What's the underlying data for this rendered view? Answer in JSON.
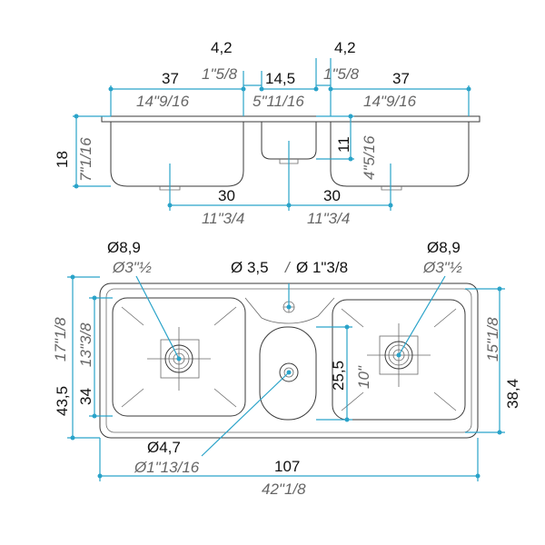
{
  "colors": {
    "dimension": "#2aa3c9",
    "outline": "#3a3a3a",
    "metric_text": "#111111",
    "imperial_text": "#666666"
  },
  "side_view": {
    "left_gap": {
      "metric": "4,2",
      "imperial": "1\"5/8"
    },
    "right_gap": {
      "metric": "4,2",
      "imperial": "1\"5/8"
    },
    "left_bowl": {
      "metric": "37",
      "imperial": "14\"9/16"
    },
    "mid_bowl": {
      "metric": "14,5",
      "imperial": "5\"11/16"
    },
    "right_bowl": {
      "metric": "37",
      "imperial": "14\"9/16"
    },
    "depth_main": {
      "metric": "18",
      "imperial": "7\"1/16"
    },
    "depth_mid": {
      "metric": "11",
      "imperial": "4\"5/16"
    },
    "drain_left": {
      "metric": "30",
      "imperial": "11\"3/4"
    },
    "drain_right": {
      "metric": "30",
      "imperial": "11\"3/4"
    }
  },
  "top_view": {
    "left_drain": {
      "metric": "Ø8,9",
      "imperial": "Ø3\"½"
    },
    "right_drain": {
      "metric": "Ø8,9",
      "imperial": "Ø3\"½"
    },
    "tap_hole": {
      "metric": "Ø 3,5",
      "separator": "/",
      "imperial": "Ø 1\"3/8"
    },
    "small_drain": {
      "metric": "Ø4,7",
      "imperial": "Ø1\"13/16"
    },
    "total_width": {
      "metric": "107",
      "imperial": "42\"1/8"
    },
    "total_depth": {
      "metric": "43,5",
      "imperial": "17\"1/8"
    },
    "left_bowl_depth": {
      "metric": "34",
      "imperial": "13\"3/8"
    },
    "mid_bowl_depth": {
      "metric": "25,5",
      "imperial": "10\""
    },
    "right_bowl_depth": {
      "metric": "38,4",
      "imperial": "15\"1/8"
    }
  }
}
